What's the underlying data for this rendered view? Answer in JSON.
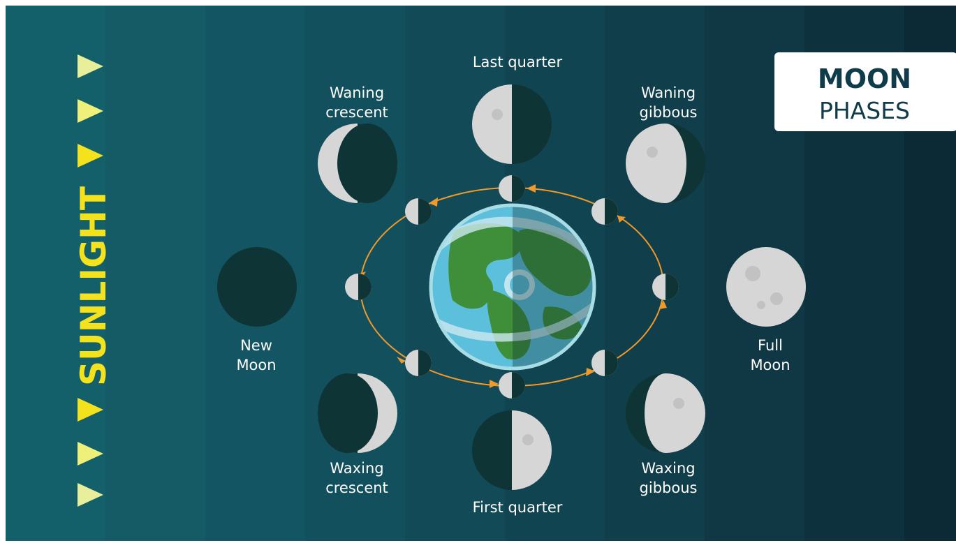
{
  "title": {
    "line1": "MOON",
    "line2": "PHASES"
  },
  "sunlight_label": "SUNLIGHT",
  "phases": {
    "new_moon": [
      "New",
      "Moon"
    ],
    "waxing_crescent": [
      "Waxing",
      "crescent"
    ],
    "first_quarter": [
      "First quarter"
    ],
    "waxing_gibbous": [
      "Waxing",
      "gibbous"
    ],
    "full_moon": [
      "Full",
      "Moon"
    ],
    "waning_gibbous": [
      "Waning",
      "gibbous"
    ],
    "last_quarter": [
      "Last quarter"
    ],
    "waning_crescent": [
      "Waning",
      "crescent"
    ]
  },
  "icons": [
    "sunlight-arrow-icon",
    "earth-icon",
    "orbit-arrow-icon",
    "moon-phase-icon"
  ],
  "colors": {
    "background_left": "#14606a",
    "background_right": "#0b2a35",
    "moon_light": "#d6d6d6",
    "moon_dark": "#0e3436",
    "orbit": "#f19a2a",
    "sunlight": "#f4e21d",
    "title_text": "#0f3b4a",
    "ocean": "#5cbfdc",
    "land": "#3f8f3a"
  }
}
